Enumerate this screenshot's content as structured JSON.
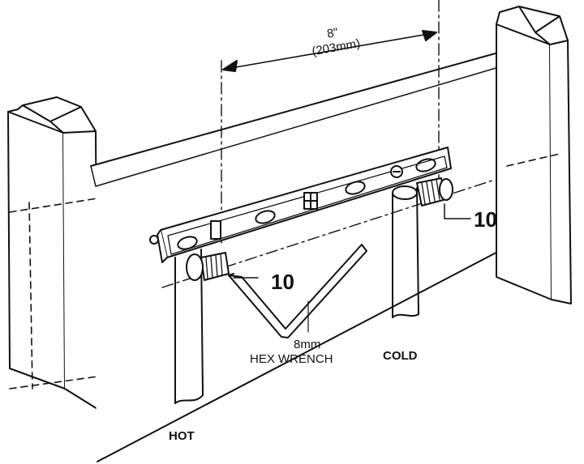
{
  "dimension": {
    "inches": "8\"",
    "metric": "(203mm)"
  },
  "callouts": {
    "left_number": "10",
    "right_number": "10"
  },
  "tool": {
    "size": "8mm",
    "name": "HEX WRENCH"
  },
  "pipes": {
    "hot_label": "HOT",
    "cold_label": "COLD"
  }
}
